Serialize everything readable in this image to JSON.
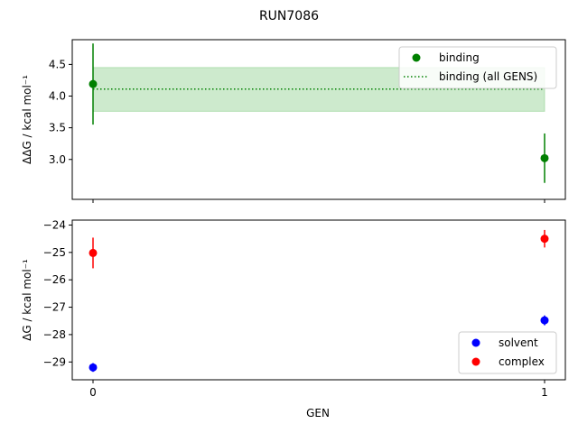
{
  "chart_data": {
    "title": "RUN7086",
    "xlabel": "GEN",
    "xticks": [
      0,
      1
    ],
    "xlim": [
      -0.046,
      1.046
    ],
    "panels": [
      {
        "type": "scatter",
        "ylabel": "ΔΔG / kcal mol⁻¹",
        "ylim": [
          2.37,
          4.89
        ],
        "yticks": [
          "3.0",
          "3.5",
          "4.0",
          "4.5"
        ],
        "legend_position": "top-right",
        "series": [
          {
            "name": "binding",
            "color": "#008000",
            "marker": "circle",
            "x": [
              0,
              1
            ],
            "y": [
              4.19,
              3.02
            ],
            "yerr": [
              0.64,
              0.39
            ]
          }
        ],
        "reference_line": {
          "name": "binding (all GENS)",
          "color": "#008000",
          "style": "dotted",
          "value": 4.11,
          "band": [
            3.76,
            4.45
          ],
          "band_color": "#90d090",
          "x_range": [
            0,
            1
          ]
        }
      },
      {
        "type": "scatter",
        "ylabel": "ΔG / kcal mol⁻¹",
        "ylim": [
          -29.65,
          -23.82
        ],
        "yticks": [
          "−24",
          "−25",
          "−26",
          "−27",
          "−28",
          "−29"
        ],
        "legend_position": "bottom-right",
        "series": [
          {
            "name": "solvent",
            "color": "#0000ff",
            "marker": "circle",
            "x": [
              0,
              1
            ],
            "y": [
              -29.2,
              -27.48
            ],
            "yerr": [
              0.16,
              0.18
            ]
          },
          {
            "name": "complex",
            "color": "#ff0000",
            "marker": "circle",
            "x": [
              0,
              1
            ],
            "y": [
              -25.02,
              -24.5
            ],
            "yerr": [
              0.56,
              0.32
            ]
          }
        ]
      }
    ]
  }
}
